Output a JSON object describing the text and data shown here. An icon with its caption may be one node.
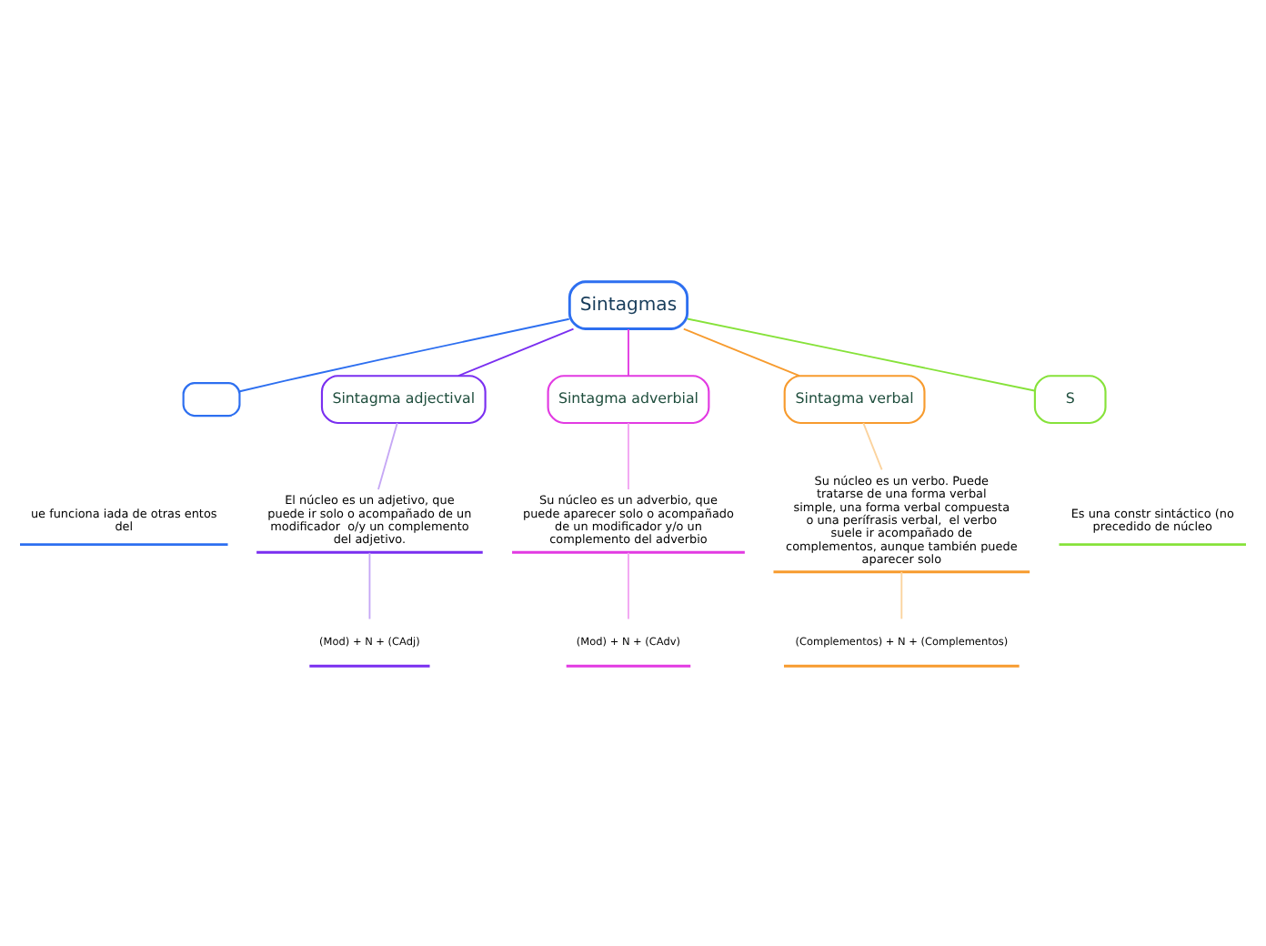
{
  "diagram": {
    "nodes": [
      {
        "text": [
          "Sintagmas"
        ]
      },
      {
        "text": [],
        "shape": "box"
      },
      {
        "text": [
          "ue funciona iada de otras entos del"
        ]
      },
      {
        "text": [
          "Sintagma adjectival"
        ]
      },
      {
        "text": [
          "El núcleo es un adjetivo, que puede ir solo o acompañado de un modificador  o/y un complemento del adjetivo."
        ]
      },
      {
        "text": [
          "(Mod) + N + (CAdj)"
        ]
      },
      {
        "text": [
          "Sintagma adverbial"
        ]
      },
      {
        "text": [
          "Su núcleo es un adverbio, que puede aparecer solo o acompañado de un modificador y/o un complemento del adverbio"
        ]
      },
      {
        "text": [
          "(Mod) + N + (CAdv)"
        ]
      },
      {
        "text": [
          "Sintagma verbal"
        ]
      },
      {
        "text": [
          "Su núcleo es un verbo. Puede tratarse de una forma verbal simple, una forma verbal compuesta o una perífrasis verbal,  el verbo suele ir acompañado de complementos, aunque también puede aparecer solo"
        ]
      },
      {
        "text": [
          "(Complementos) + N + (Complementos)"
        ]
      },
      {
        "text": [
          "S"
        ]
      },
      {
        "text": [
          "Es una constr sintáctico (no precedido de núcleo"
        ]
      }
    ],
    "edges": [
      {
        "from": 0,
        "to": 1,
        "arrow": "none",
        "color": "#2d6ff0"
      },
      {
        "from": 0,
        "to": 3,
        "arrow": "none",
        "color": "#7a2ff0"
      },
      {
        "from": 3,
        "to": 4,
        "arrow": "none",
        "color": "#c6a8f5"
      },
      {
        "from": 4,
        "to": 5,
        "arrow": "none",
        "color": "#c6a8f5"
      },
      {
        "from": 0,
        "to": 6,
        "arrow": "none",
        "color": "#e23ae2"
      },
      {
        "from": 6,
        "to": 7,
        "arrow": "none",
        "color": "#f2a4f2"
      },
      {
        "from": 7,
        "to": 8,
        "arrow": "none",
        "color": "#f2a4f2"
      },
      {
        "from": 0,
        "to": 9,
        "arrow": "none",
        "color": "#f79b2e"
      },
      {
        "from": 9,
        "to": 10,
        "arrow": "none",
        "color": "#fbd39e"
      },
      {
        "from": 10,
        "to": 11,
        "arrow": "none",
        "color": "#fbd39e"
      },
      {
        "from": 0,
        "to": 12,
        "arrow": "none",
        "color": "#86e23a"
      }
    ]
  }
}
